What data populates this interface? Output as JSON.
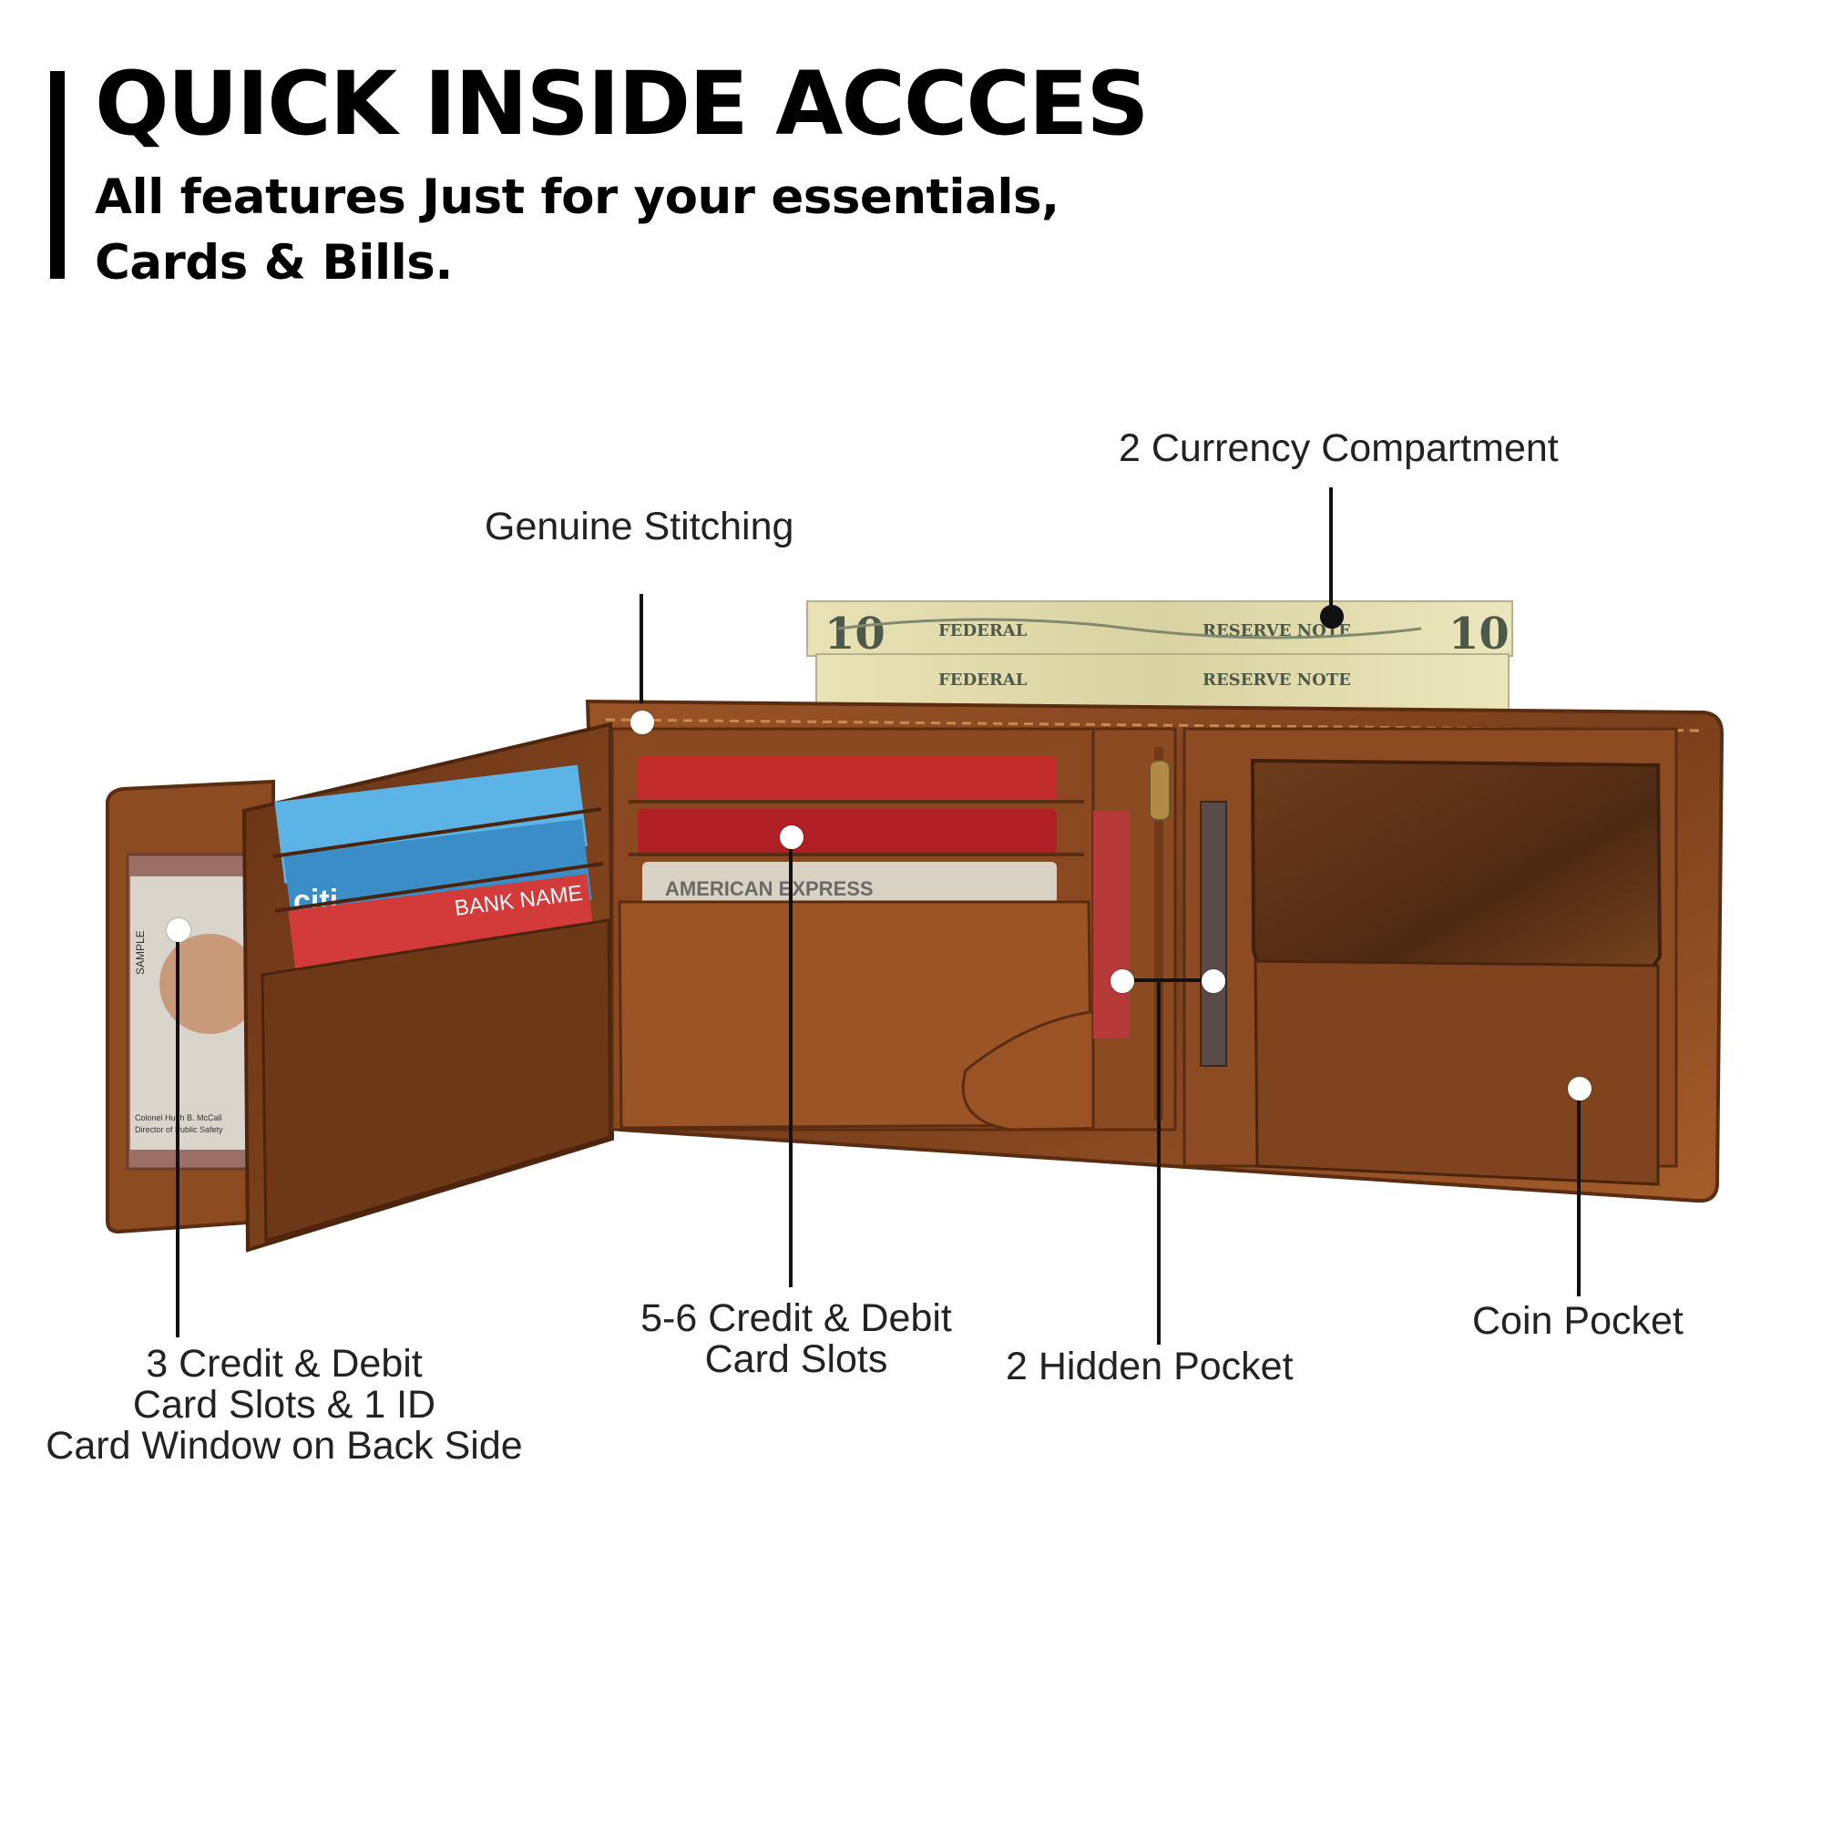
{
  "header": {
    "title": "QUICK INSIDE ACCCES",
    "subtitle_line1": "All features Just for your essentials,",
    "subtitle_line2": "Cards & Bills."
  },
  "callouts": {
    "currency": "2 Currency Compartment",
    "stitching": "Genuine Stitching",
    "left_slots_line1": "3 Credit & Debit",
    "left_slots_line2": "Card Slots & 1 ID",
    "left_slots_line3": "Card Window on Back Side",
    "center_slots_line1": "5-6 Credit & Debit",
    "center_slots_line2": "Card Slots",
    "hidden_pocket": "2 Hidden Pocket",
    "coin_pocket": "Coin Pocket"
  },
  "photo_text": {
    "bill_top_left": "10",
    "bill_top_right": "10",
    "bill_federal": "FEDERAL",
    "bill_reserve": "RESERVE NOTE",
    "card_citi": "citi",
    "card_bank_name": "BANK NAME",
    "card_amex": "AMERICAN EXPRESS",
    "id_sample": "SAMPLE",
    "id_name": "Colonel Hugh B. McCall",
    "id_title": "Director of Public Safety"
  },
  "colors": {
    "leather": "#8a4a22",
    "leather_dark": "#5c2f14",
    "leather_light": "#a8642f",
    "bill": "#e6dfb3",
    "card_red": "#c8282e",
    "card_blue": "#4aa0d8"
  }
}
